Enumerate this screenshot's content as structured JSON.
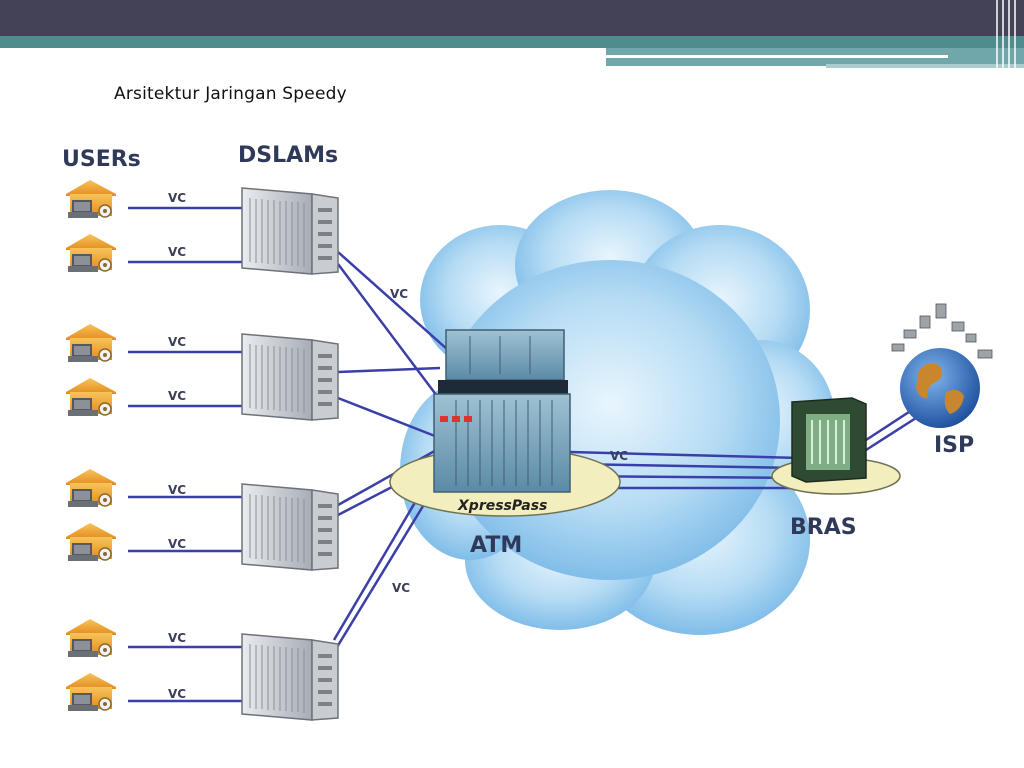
{
  "slide": {
    "title": "Arsitektur Jaringan Speedy"
  },
  "diagram": {
    "column_users": "USERs",
    "column_dslams": "DSLAMs",
    "vc_label": "VC",
    "atm_label": "ATM",
    "atm_brand": "XpressPass",
    "bras_label": "BRAS",
    "isp_label": "ISP",
    "colors": {
      "link": "#3b3fa8",
      "cloud": "#a9d6f2",
      "header_bar": "#434257",
      "accent_teal": "#4e8c8e",
      "label": "#2f3a5a"
    }
  }
}
